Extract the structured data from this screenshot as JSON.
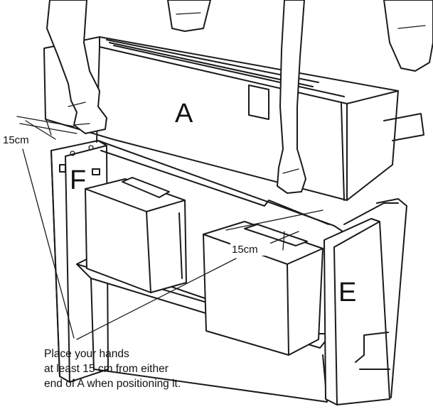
{
  "labels": {
    "part_a": "A",
    "part_e": "E",
    "part_f": "F",
    "dim_left": "15cm",
    "dim_right": "15cm"
  },
  "caption": {
    "line1": "Place your hands",
    "line2": "at least 15 cm from either",
    "line3": "end of A when positioning it."
  }
}
